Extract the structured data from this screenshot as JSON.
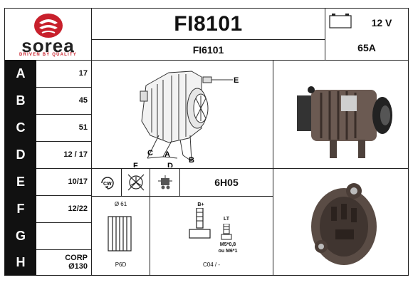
{
  "logo": {
    "word": "sorea",
    "tagline": "DRIVEN BY QUALITY",
    "color": "#c8202c"
  },
  "header": {
    "ref_main": "FI8101",
    "ref_alt": "FI6101",
    "voltage": "12 V",
    "amperage": "65A"
  },
  "rows": [
    {
      "letter": "A",
      "value": "17"
    },
    {
      "letter": "B",
      "value": "45"
    },
    {
      "letter": "C",
      "value": "51"
    },
    {
      "letter": "D",
      "value": "12 / 17"
    },
    {
      "letter": "E",
      "value": "10/17"
    },
    {
      "letter": "F",
      "value": "12/22"
    },
    {
      "letter": "G",
      "value": ""
    },
    {
      "letter": "H",
      "value_line1": "CORP",
      "value_line2": "Ø130"
    }
  ],
  "diagram_labels": {
    "e": "E",
    "c": "C",
    "a": "A",
    "b": "B",
    "f": "F",
    "d": "D"
  },
  "rotation": {
    "label": "CW",
    "code": "6H05"
  },
  "pulley": {
    "diameter": "Ø 61",
    "type": "P6D"
  },
  "terminals": {
    "b_plus": "B+",
    "lt": "LT",
    "thread_line1": "M5*0,8",
    "thread_line2": "ou M6*1",
    "code": "C04 / -"
  }
}
